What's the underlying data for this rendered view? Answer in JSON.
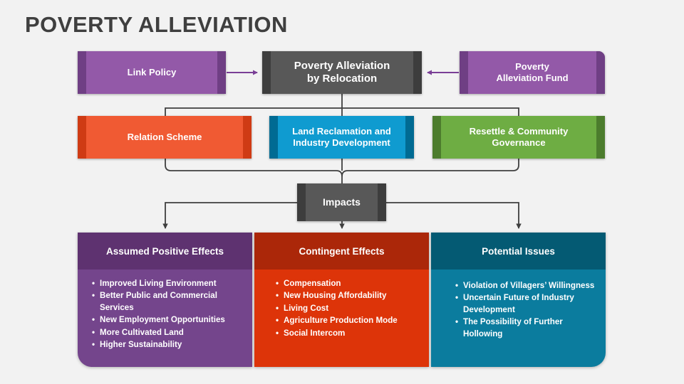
{
  "title": "POVERTY ALLEVIATION",
  "colors": {
    "background": "#f2f2f2",
    "title_text": "#3f3f3f",
    "purple_light": "#9359a8",
    "purple_light_cap": "#6f3f84",
    "gray_dark": "#585858",
    "gray_dark_cap": "#3d3d3d",
    "orange": "#f05a33",
    "orange_cap": "#cf3b14",
    "blue": "#0f9bd0",
    "blue_cap": "#006b93",
    "green": "#6ead43",
    "green_cap": "#4c7c2d",
    "panel_purple": "#74458c",
    "panel_purple_head": "#5e3270",
    "panel_red": "#dd3409",
    "panel_red_head": "#ab2709",
    "panel_teal": "#0b7c9e",
    "panel_teal_head": "#045a73",
    "connector_line": "#3f3f3f",
    "arrow_purple": "#7a3f96"
  },
  "top_row": {
    "left_box": {
      "label": "Link Policy"
    },
    "center_box": {
      "line1": "Poverty Alleviation",
      "line2": "by Relocation"
    },
    "right_box": {
      "line1": "Poverty",
      "line2": "Alleviation Fund"
    }
  },
  "middle_row": {
    "boxes": [
      {
        "label": "Relation Scheme"
      },
      {
        "line1": "Land Reclamation and",
        "line2": "Industry Development"
      },
      {
        "line1": "Resettle & Community",
        "line2": "Governance"
      }
    ]
  },
  "impacts_box": {
    "label": "Impacts"
  },
  "bottom_panels": [
    {
      "header": "Assumed Positive Effects",
      "items": [
        "Improved Living Environment",
        "Better Public and Commercial Services",
        "New Employment Opportunities",
        "More Cultivated Land",
        "Higher Sustainability"
      ]
    },
    {
      "header": "Contingent Effects",
      "items": [
        "Compensation",
        "New Housing Affordability",
        "Living Cost",
        "Agriculture Production Mode",
        "Social Intercom"
      ]
    },
    {
      "header": "Potential Issues",
      "items": [
        "Violation of Villagers’ Willingness",
        "Uncertain Future of Industry Development",
        "The Possibility of Further Hollowing"
      ]
    }
  ],
  "connectors": {
    "arrow_left_to_center": "arrow-right-icon",
    "arrow_right_to_center": "arrow-left-icon",
    "tree_center_to_middle_row": "split-connector",
    "merge_middle_row_to_impacts": "merge-connector",
    "split_impacts_to_panels": "split-connector-arrows"
  }
}
